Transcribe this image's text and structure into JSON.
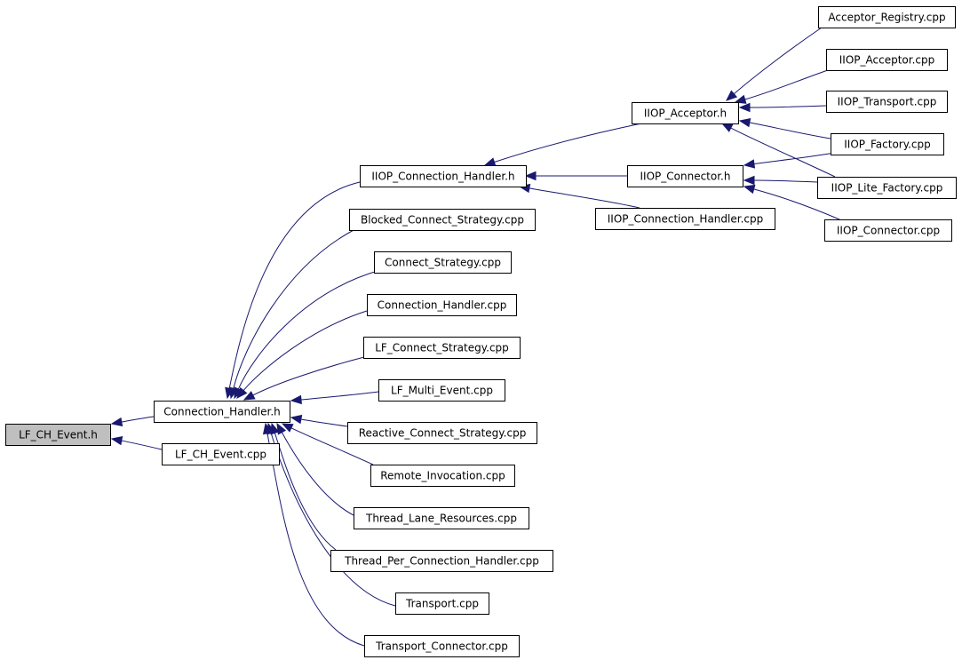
{
  "graph": {
    "root": "LF_CH_Event.h",
    "nodes": [
      {
        "id": "lf_ch_event_h",
        "label": "LF_CH_Event.h",
        "root": true
      },
      {
        "id": "connection_handler_h",
        "label": "Connection_Handler.h"
      },
      {
        "id": "lf_ch_event_cpp",
        "label": "LF_CH_Event.cpp"
      },
      {
        "id": "iiop_connection_handler_h",
        "label": "IIOP_Connection_Handler.h"
      },
      {
        "id": "blocked_connect_strategy_cpp",
        "label": "Blocked_Connect_Strategy.cpp"
      },
      {
        "id": "connect_strategy_cpp",
        "label": "Connect_Strategy.cpp"
      },
      {
        "id": "connection_handler_cpp",
        "label": "Connection_Handler.cpp"
      },
      {
        "id": "lf_connect_strategy_cpp",
        "label": "LF_Connect_Strategy.cpp"
      },
      {
        "id": "lf_multi_event_cpp",
        "label": "LF_Multi_Event.cpp"
      },
      {
        "id": "reactive_connect_strategy_cpp",
        "label": "Reactive_Connect_Strategy.cpp"
      },
      {
        "id": "remote_invocation_cpp",
        "label": "Remote_Invocation.cpp"
      },
      {
        "id": "thread_lane_resources_cpp",
        "label": "Thread_Lane_Resources.cpp"
      },
      {
        "id": "thread_per_connection_handler_cpp",
        "label": "Thread_Per_Connection_Handler.cpp"
      },
      {
        "id": "transport_cpp",
        "label": "Transport.cpp"
      },
      {
        "id": "transport_connector_cpp",
        "label": "Transport_Connector.cpp"
      },
      {
        "id": "iiop_acceptor_h",
        "label": "IIOP_Acceptor.h"
      },
      {
        "id": "iiop_connector_h",
        "label": "IIOP_Connector.h"
      },
      {
        "id": "iiop_connection_handler_cpp",
        "label": "IIOP_Connection_Handler.cpp"
      },
      {
        "id": "acceptor_registry_cpp",
        "label": "Acceptor_Registry.cpp"
      },
      {
        "id": "iiop_acceptor_cpp",
        "label": "IIOP_Acceptor.cpp"
      },
      {
        "id": "iiop_transport_cpp",
        "label": "IIOP_Transport.cpp"
      },
      {
        "id": "iiop_factory_cpp",
        "label": "IIOP_Factory.cpp"
      },
      {
        "id": "iiop_lite_factory_cpp",
        "label": "IIOP_Lite_Factory.cpp"
      },
      {
        "id": "iiop_connector_cpp",
        "label": "IIOP_Connector.cpp"
      }
    ],
    "edges": [
      {
        "from": "connection_handler_h",
        "to": "lf_ch_event_h"
      },
      {
        "from": "lf_ch_event_cpp",
        "to": "lf_ch_event_h"
      },
      {
        "from": "iiop_connection_handler_h",
        "to": "connection_handler_h"
      },
      {
        "from": "blocked_connect_strategy_cpp",
        "to": "connection_handler_h"
      },
      {
        "from": "connect_strategy_cpp",
        "to": "connection_handler_h"
      },
      {
        "from": "connection_handler_cpp",
        "to": "connection_handler_h"
      },
      {
        "from": "lf_connect_strategy_cpp",
        "to": "connection_handler_h"
      },
      {
        "from": "lf_multi_event_cpp",
        "to": "connection_handler_h"
      },
      {
        "from": "reactive_connect_strategy_cpp",
        "to": "connection_handler_h"
      },
      {
        "from": "remote_invocation_cpp",
        "to": "connection_handler_h"
      },
      {
        "from": "thread_lane_resources_cpp",
        "to": "connection_handler_h"
      },
      {
        "from": "thread_per_connection_handler_cpp",
        "to": "connection_handler_h"
      },
      {
        "from": "transport_cpp",
        "to": "connection_handler_h"
      },
      {
        "from": "transport_connector_cpp",
        "to": "connection_handler_h"
      },
      {
        "from": "iiop_acceptor_h",
        "to": "iiop_connection_handler_h"
      },
      {
        "from": "iiop_connector_h",
        "to": "iiop_connection_handler_h"
      },
      {
        "from": "iiop_connection_handler_cpp",
        "to": "iiop_connection_handler_h"
      },
      {
        "from": "acceptor_registry_cpp",
        "to": "iiop_acceptor_h"
      },
      {
        "from": "iiop_acceptor_cpp",
        "to": "iiop_acceptor_h"
      },
      {
        "from": "iiop_transport_cpp",
        "to": "iiop_acceptor_h"
      },
      {
        "from": "iiop_factory_cpp",
        "to": "iiop_acceptor_h"
      },
      {
        "from": "iiop_lite_factory_cpp",
        "to": "iiop_acceptor_h"
      },
      {
        "from": "iiop_factory_cpp",
        "to": "iiop_connector_h"
      },
      {
        "from": "iiop_lite_factory_cpp",
        "to": "iiop_connector_h"
      },
      {
        "from": "iiop_connector_cpp",
        "to": "iiop_connector_h"
      }
    ],
    "colors": {
      "edge": "#191970",
      "root_fill": "#bfbfbf",
      "node_fill": "#ffffff",
      "node_border": "#000000"
    }
  }
}
